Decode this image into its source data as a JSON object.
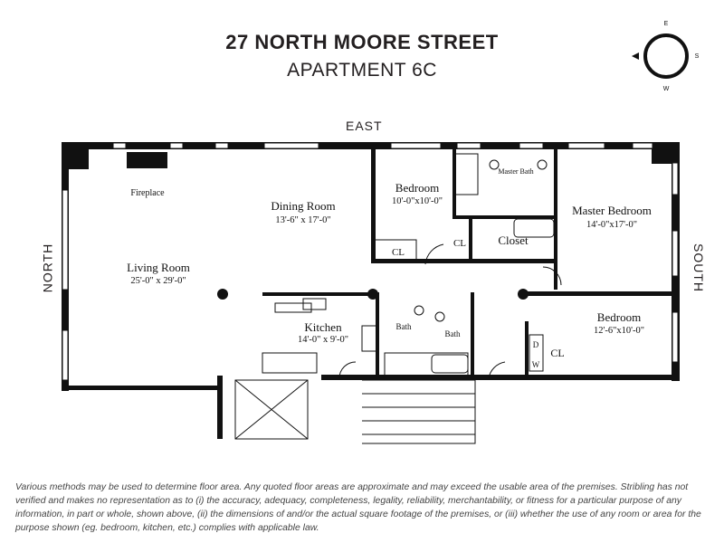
{
  "header": {
    "title": "27 NORTH MOORE STREET",
    "subtitle": "APARTMENT 6C"
  },
  "compass": {
    "top": "E",
    "right": "S",
    "bottom": "W"
  },
  "orientation": {
    "top": "EAST",
    "left": "NORTH",
    "right": "SOUTH"
  },
  "rooms": {
    "fireplace": "Fireplace",
    "dining": {
      "name": "Dining Room",
      "dims": "13'-6\" x 17'-0\""
    },
    "living": {
      "name": "Living Room",
      "dims": "25'-0\" x 29'-0\""
    },
    "bedroom1": {
      "name": "Bedroom",
      "dims": "10'-0\"x10'-0\""
    },
    "master_bath": "Master Bath",
    "master_bedroom": {
      "name": "Master Bedroom",
      "dims": "14'-0\"x17'-0\""
    },
    "cl1": "CL",
    "cl2": "CL",
    "closet": "Closet",
    "kitchen": {
      "name": "Kitchen",
      "dims": "14'-0\" x 9'-0\""
    },
    "bath1": "Bath",
    "bath2": "Bath",
    "bedroom2": {
      "name": "Bedroom",
      "dims": "12'-6\"x10'-0\""
    },
    "dryer": "D",
    "washer": "W",
    "cl3": "CL"
  },
  "disclaimer": "Various methods may be used to determine floor area. Any quoted floor areas are approximate and may exceed the usable area of the premises. Stribling has not verified and makes no representation as to (i) the accuracy, adequacy, completeness, legality, reliability, merchantability, or fitness for a particular purpose of any information, in part or whole, shown above, (ii) the dimensions of and/or the actual square footage of the premises, or (iii) whether the use of any room or area for the purpose shown (eg. bedroom, kitchen, etc.) complies with applicable law."
}
